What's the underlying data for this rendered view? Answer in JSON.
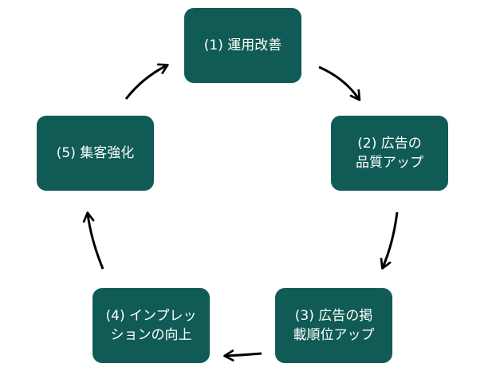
{
  "diagram": {
    "nodes": [
      {
        "id": "n1",
        "lines": [
          "(1) 運用改善"
        ]
      },
      {
        "id": "n2",
        "lines": [
          "(2) 広告の",
          "品質アップ"
        ]
      },
      {
        "id": "n3",
        "lines": [
          "(3) 広告の掲",
          "載順位アップ"
        ]
      },
      {
        "id": "n4",
        "lines": [
          "(4) インプレッ",
          "ションの向上"
        ]
      },
      {
        "id": "n5",
        "lines": [
          "(5) 集客強化"
        ]
      }
    ],
    "colors": {
      "node_fill": "#105b55",
      "node_text": "#ffffff",
      "arrow": "#000000"
    }
  }
}
